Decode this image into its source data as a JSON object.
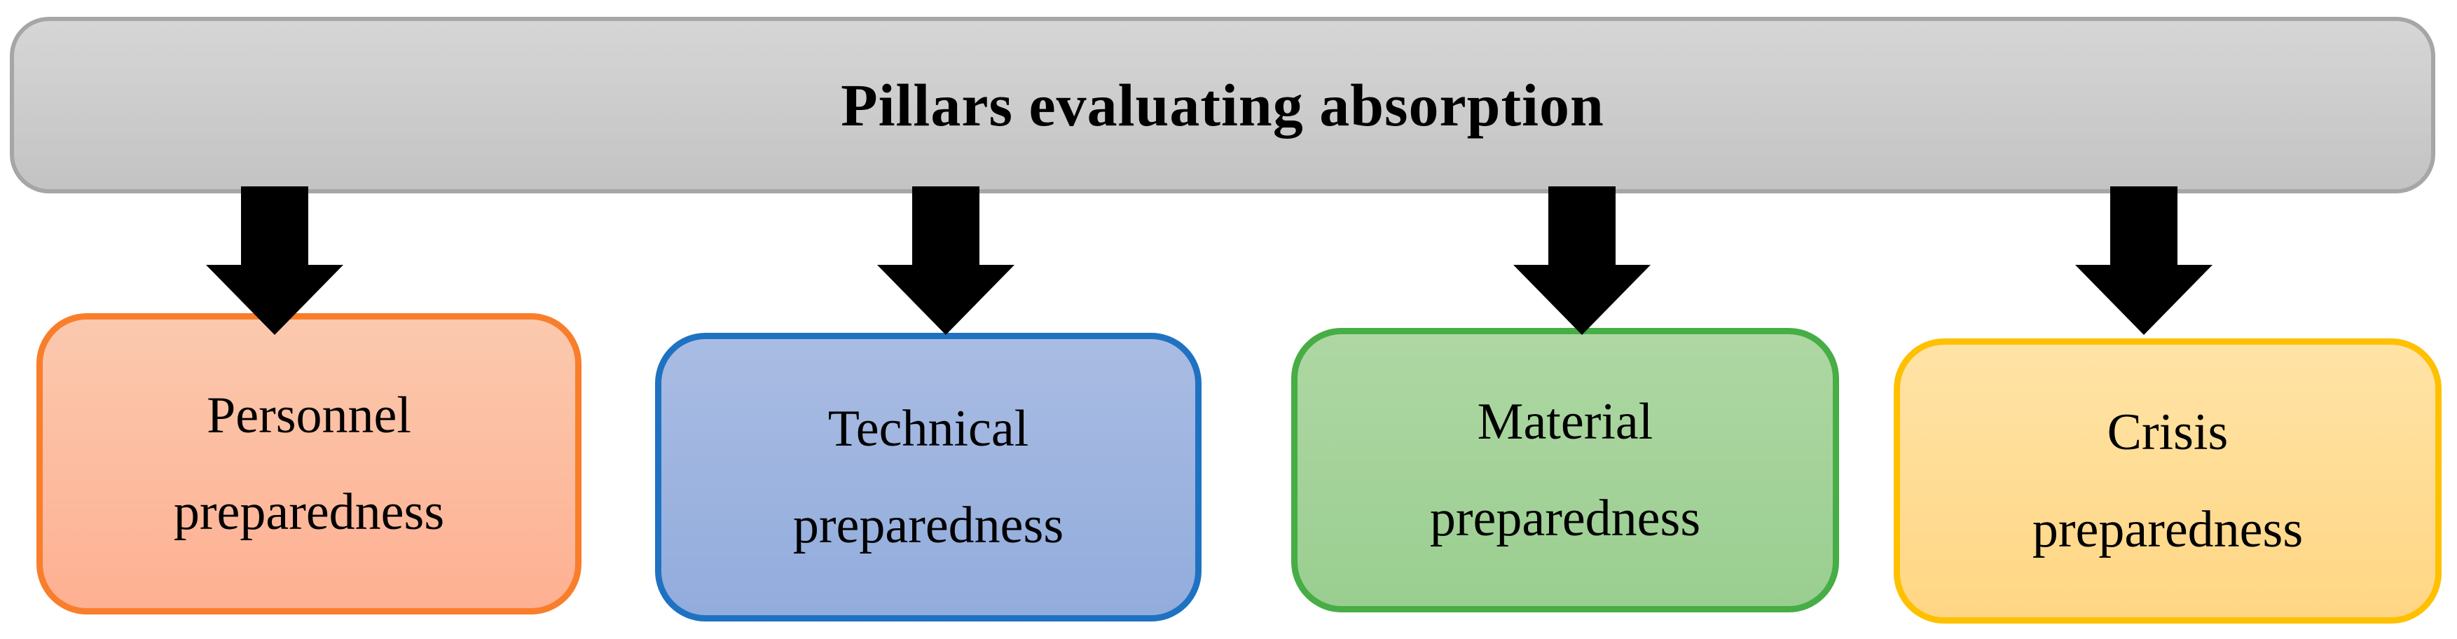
{
  "figure": {
    "header": {
      "title": "Pillars evaluating absorption",
      "fill_top": "#d6d6d6",
      "fill_bottom": "#c3c3c3",
      "border_color": "#a6a6a6"
    },
    "arrow_color": "#000000",
    "pillars": [
      {
        "id": "personnel-preparedness",
        "label": "Personnel preparedness",
        "lines": [
          "Personnel",
          "preparedness"
        ],
        "fill_top": "#fbc9ae",
        "fill_bottom": "#feb092",
        "border_color": "#f97e2c"
      },
      {
        "id": "technical-preparedness",
        "label": "Technical preparedness",
        "lines": [
          "Technical",
          "preparedness"
        ],
        "fill_top": "#a9bce3",
        "fill_bottom": "#92acdc",
        "border_color": "#1f72c2"
      },
      {
        "id": "material-preparedness",
        "label": "Material preparedness",
        "lines": [
          "Material",
          "preparedness"
        ],
        "fill_top": "#aed7a3",
        "fill_bottom": "#9ace90",
        "border_color": "#47ad45"
      },
      {
        "id": "crisis-preparedness",
        "label": "Crisis preparedness",
        "lines": [
          "Crisis",
          "preparedness"
        ],
        "fill_top": "#ffe3a6",
        "fill_bottom": "#ffd684",
        "border_color": "#ffc000"
      }
    ]
  }
}
